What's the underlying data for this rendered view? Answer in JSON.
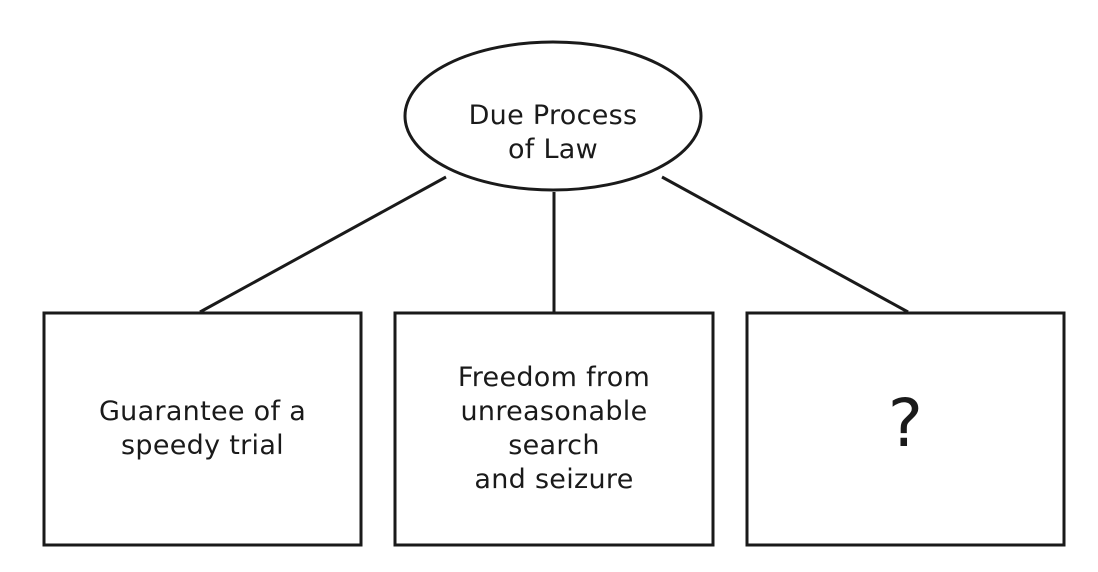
{
  "diagram": {
    "root": {
      "label": "Due Process\nof Law"
    },
    "children": [
      {
        "label": "Guarantee of a\nspeedy trial"
      },
      {
        "label": "Freedom from\nunreasonable\nsearch\nand seizure"
      },
      {
        "label": "?"
      }
    ],
    "colors": {
      "stroke": "#1a1a1a",
      "background": "#ffffff",
      "text": "#1a1a1a"
    }
  }
}
